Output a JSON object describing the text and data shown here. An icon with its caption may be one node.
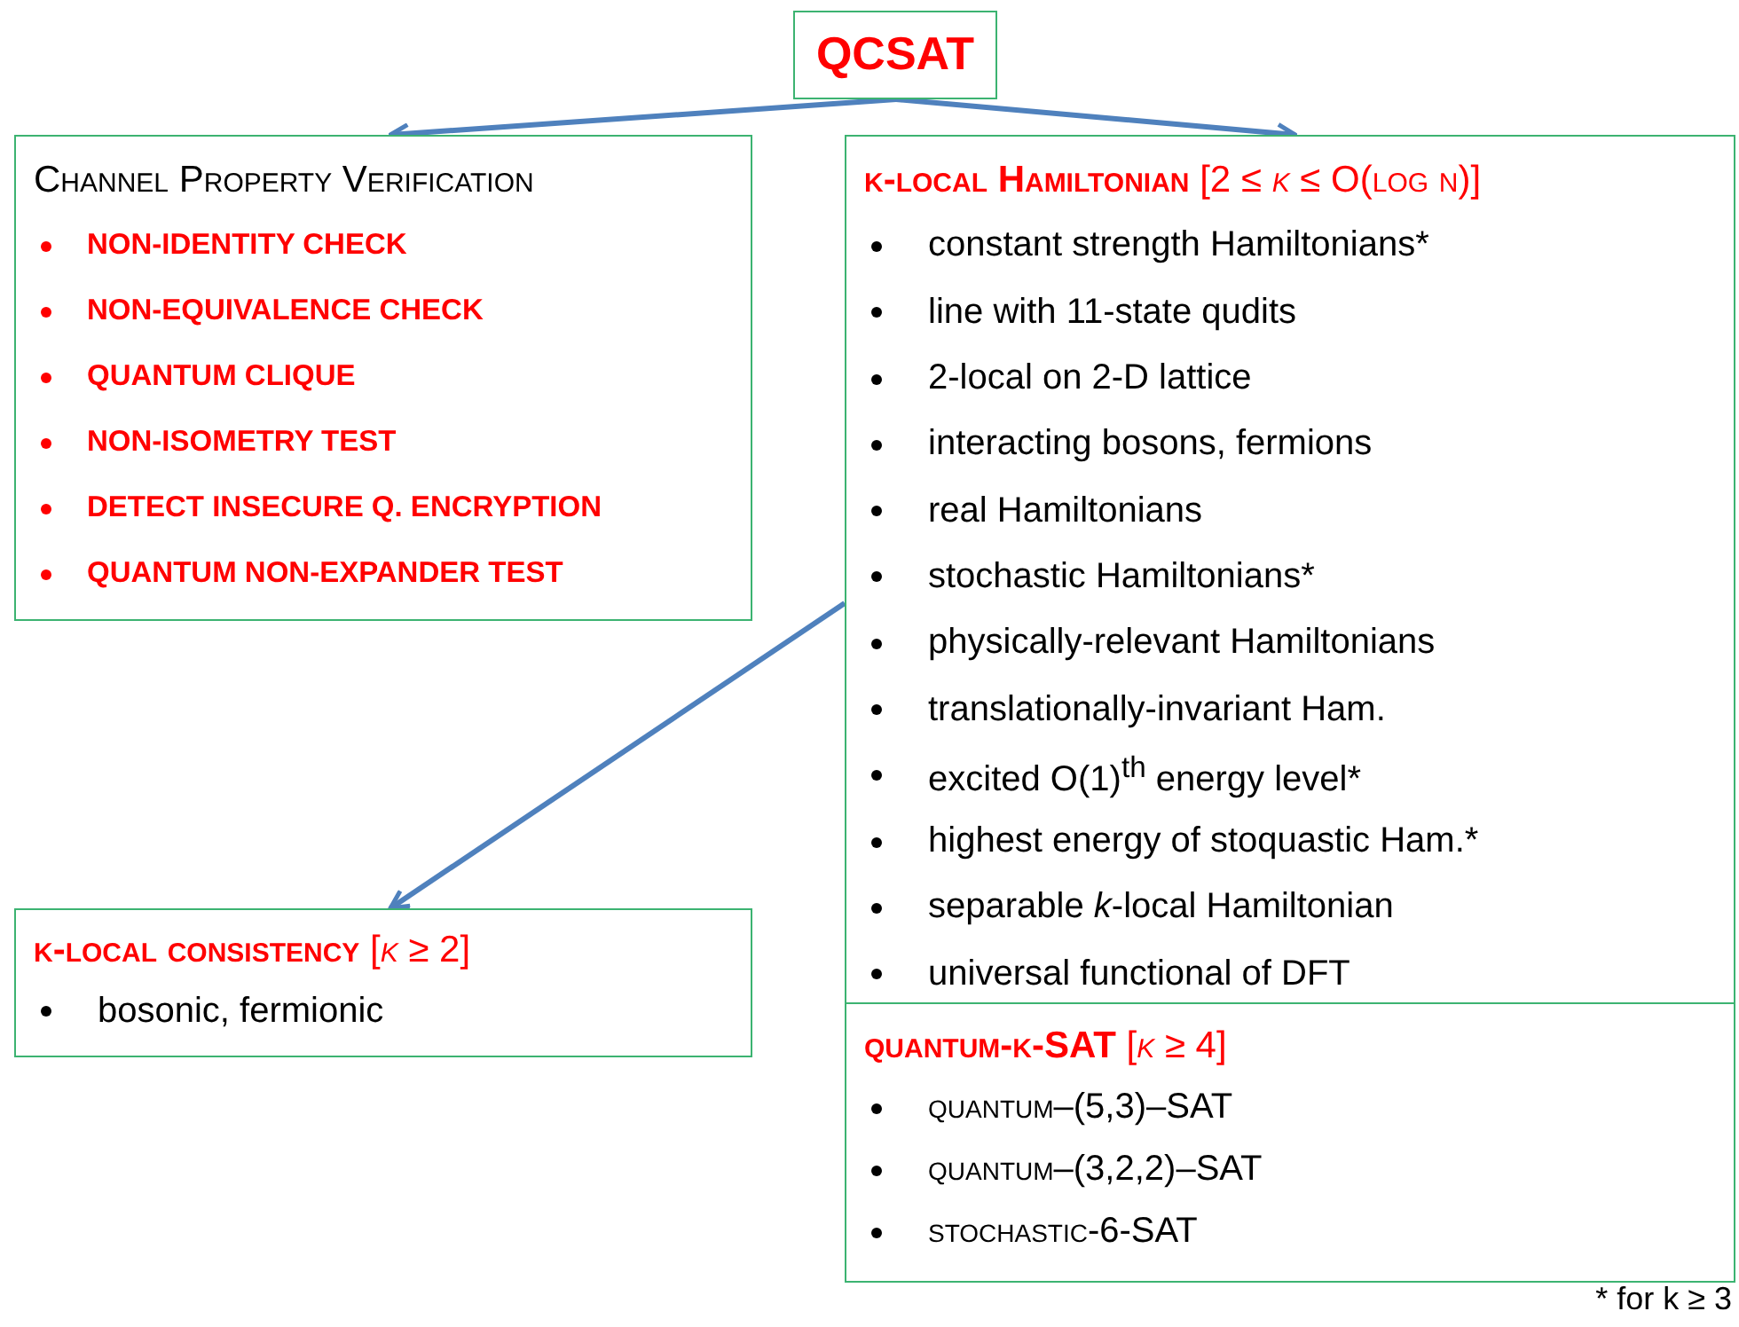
{
  "diagram": {
    "nodes": [
      {
        "text": [
          "QCSAT"
        ]
      },
      {
        "text": [
          "Channel Property Verification",
          "NON-IDENTITY CHECK",
          "NON-EQUIVALENCE CHECK",
          "QUANTUM CLIQUE",
          "NON-ISOMETRY TEST",
          "DETECT INSECURE Q. ENCRYPTION",
          "QUANTUM NON-EXPANDER TEST"
        ]
      },
      {
        "text": [
          "**k-local Hamiltonian** [2 ≤ *k* ≤ O(log n)]",
          "constant strength Hamiltonians*",
          "line with 11-state qudits",
          "2-local on 2-D lattice",
          "interacting bosons, fermions",
          "real Hamiltonians",
          "stochastic Hamiltonians*",
          "physically-relevant Hamiltonians",
          "translationally-invariant Ham.",
          "excited O(1)$^{th}$ energy level*",
          "highest energy of stoquastic Ham.*",
          "separable *k*-local Hamiltonian",
          "universal functional of DFT"
        ]
      },
      {
        "text": [
          "**quantum-k-SAT** [*k* ≥ 4]",
          "quantum–(5,3)–SAT",
          "quantum–(3,2,2)–SAT",
          "stochastic-6-SAT"
        ]
      },
      {
        "text": [
          "**k-local consistency** [*k* ≥ 2]",
          "bosonic, fermionic"
        ]
      }
    ],
    "edges": [
      {
        "from": 0,
        "to": 1,
        "arrow": "to"
      },
      {
        "from": 0,
        "to": 2,
        "arrow": "to"
      },
      {
        "from": 2,
        "to": 4,
        "arrow": "to"
      }
    ],
    "labels": [
      "* for k ≥ 3"
    ]
  }
}
